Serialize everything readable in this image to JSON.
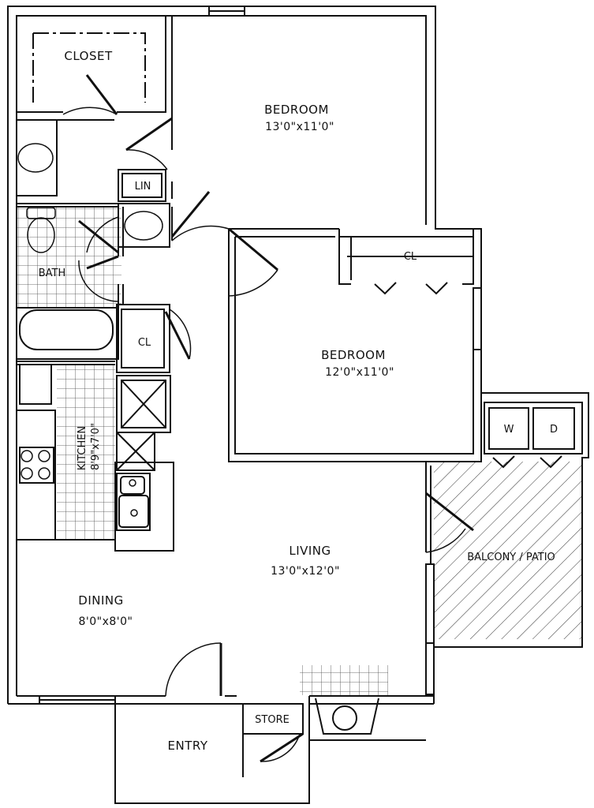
{
  "rooms": {
    "closet": "CLOSET",
    "bedroom1": {
      "name": "BEDROOM",
      "size": "13'0\"x11'0\""
    },
    "lin": "LIN",
    "bath": "BATH",
    "cl_hall": "CL",
    "cl_bed2": "CL",
    "bedroom2": {
      "name": "BEDROOM",
      "size": "12'0\"x11'0\""
    },
    "washer": "W",
    "dryer": "D",
    "kitchen": {
      "name": "KITCHEN",
      "size": "8'9\"x7'0\""
    },
    "living": {
      "name": "LIVING",
      "size": "13'0\"x12'0\""
    },
    "balcony": "BALCONY / PATIO",
    "dining": {
      "name": "DINING",
      "size": "8'0\"x8'0\""
    },
    "entry": "ENTRY",
    "store": "STORE"
  }
}
